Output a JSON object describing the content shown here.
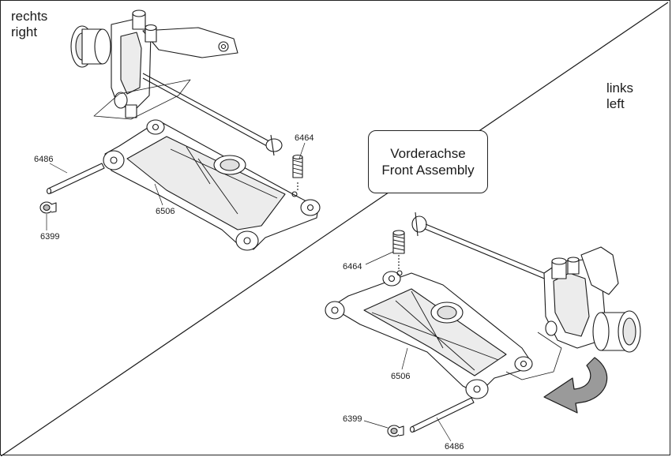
{
  "labels": {
    "right_de": "rechts",
    "right_en": "right",
    "left_de": "links",
    "left_en": "left",
    "title_de": "Vorderachse",
    "title_en": "Front Assembly"
  },
  "parts": {
    "right": {
      "shock_spring": "6464",
      "hinge_pin": "6486",
      "lower_arm": "6506",
      "pin_nut": "6399"
    },
    "left": {
      "shock_spring": "6464",
      "lower_arm": "6506",
      "pin_nut": "6399",
      "hinge_pin": "6486"
    }
  },
  "colors": {
    "line": "#1a1a1a",
    "shade": "#d9d9d9",
    "arrow_fill": "#9a9a9a"
  }
}
